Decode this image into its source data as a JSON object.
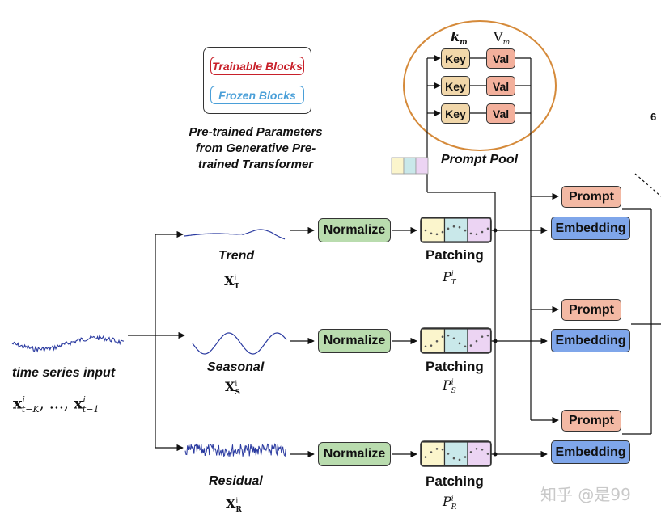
{
  "legend": {
    "trainable": "Trainable Blocks",
    "frozen": "Frozen Blocks",
    "trainable_color": "#c8202a",
    "frozen_color": "#4a9fd8"
  },
  "pretrained": {
    "line1": "Pre-trained Parameters",
    "line2": "from Generative Pre-",
    "line3": "trained Transformer"
  },
  "prompt_pool": {
    "title": "Prompt Pool",
    "key_header": "k",
    "key_sub": "m",
    "val_header": "V",
    "val_sub": "m",
    "rows": [
      {
        "key": "Key",
        "val": "Val"
      },
      {
        "key": "Key",
        "val": "Val"
      },
      {
        "key": "Key",
        "val": "Val"
      }
    ]
  },
  "input": {
    "label": "time series input",
    "math_main": "x",
    "math_sup": "i",
    "math_sub1": "t−K",
    "math_mid": ", ..., ",
    "math_sub2": "t−1"
  },
  "branches": [
    {
      "label": "Trend",
      "math": "X",
      "math_sup": "i",
      "math_sub": "T",
      "normalize": "Normalize",
      "patching": "Patching",
      "p_math": "P",
      "p_sup": "i",
      "p_sub": "T",
      "prompt": "Prompt",
      "embedding": "Embedding"
    },
    {
      "label": "Seasonal",
      "math": "X",
      "math_sup": "i",
      "math_sub": "S",
      "normalize": "Normalize",
      "patching": "Patching",
      "p_math": "P",
      "p_sup": "i",
      "p_sub": "S",
      "prompt": "Prompt",
      "embedding": "Embedding"
    },
    {
      "label": "Residual",
      "math": "X",
      "math_sup": "i",
      "math_sub": "R",
      "normalize": "Normalize",
      "patching": "Patching",
      "p_math": "P",
      "p_sup": "i",
      "p_sub": "R",
      "prompt": "Prompt",
      "embedding": "Embedding"
    }
  ],
  "misc": {
    "corner_number": "6",
    "watermark": "知乎 @是99"
  },
  "colors": {
    "pool_border": "#d58a3a",
    "patch_yellow": "#fbf5cc",
    "patch_cyan": "#c9e8ea",
    "patch_purple": "#ecd4f3",
    "wave": "#2a3aa0"
  }
}
